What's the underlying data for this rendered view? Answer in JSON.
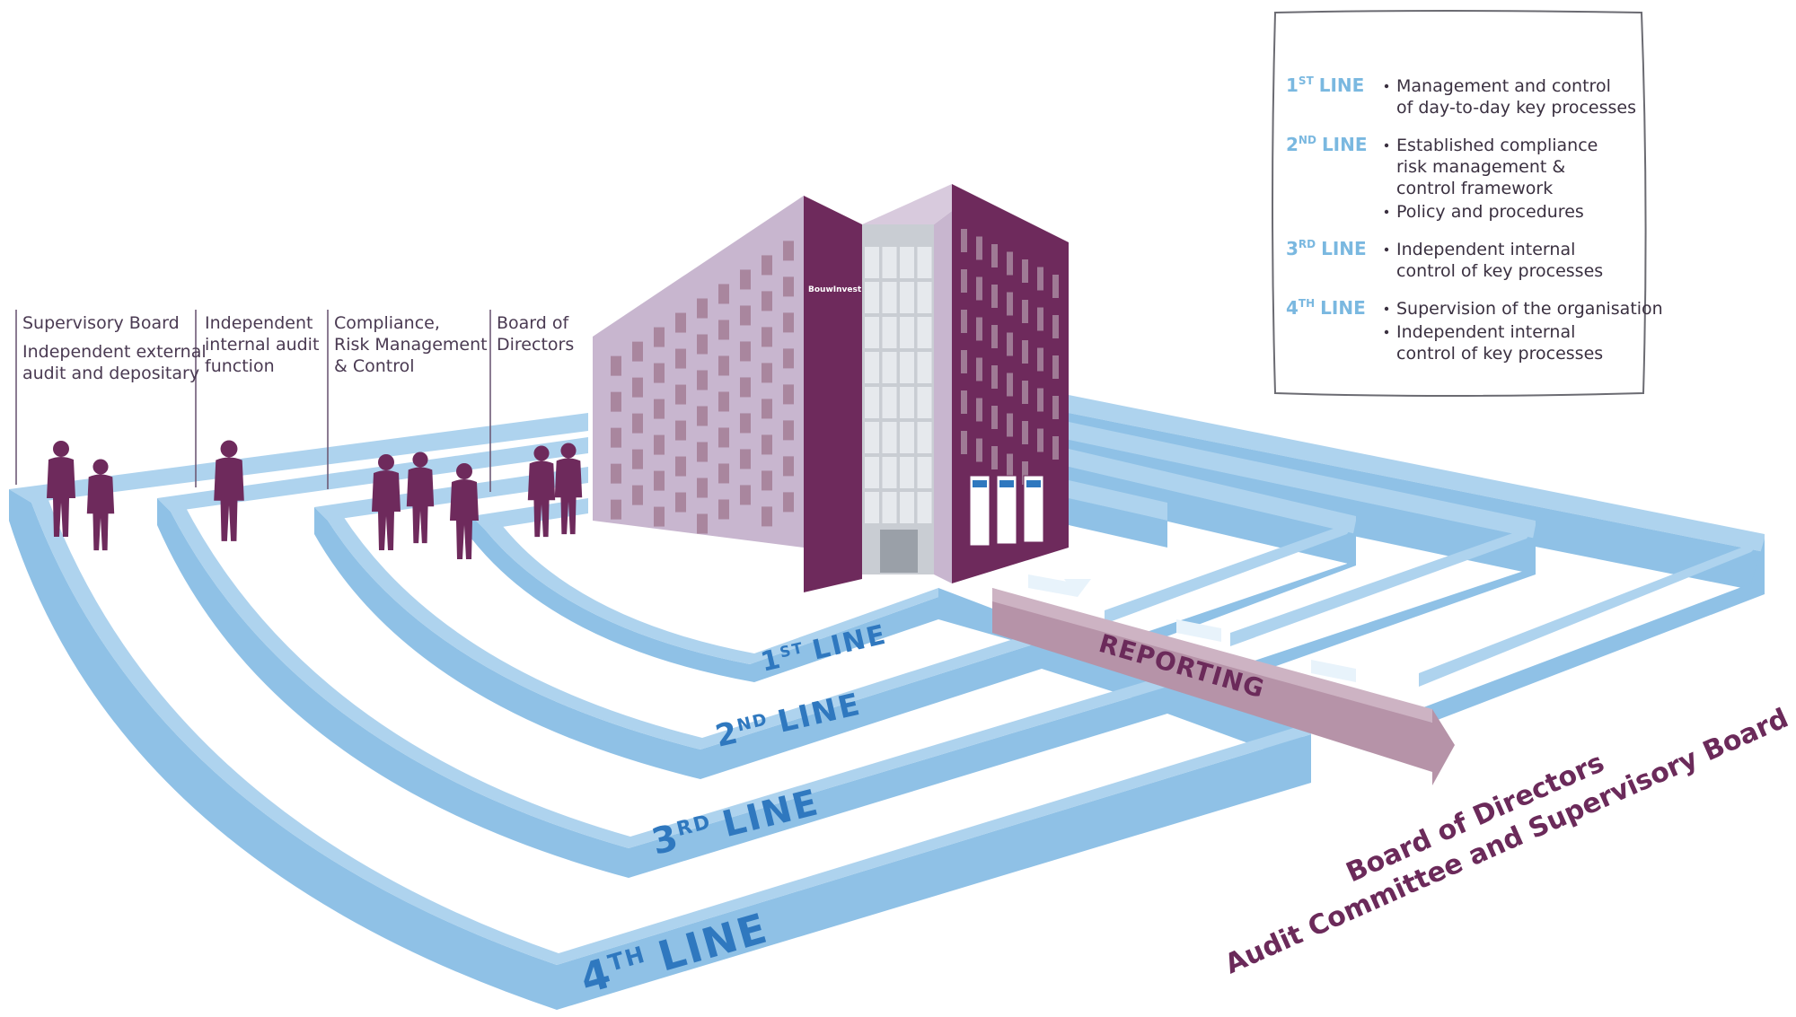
{
  "top_labels": [
    {
      "lines": [
        "Supervisory Board"
      ]
    },
    {
      "lines": [
        "Independent external",
        "audit and depositary"
      ]
    },
    {
      "lines": [
        "Independent",
        "internal audit",
        "function"
      ]
    },
    {
      "lines": [
        "Compliance,",
        "Risk Management",
        "& Control"
      ]
    },
    {
      "lines": [
        "Board of",
        "Directors"
      ]
    }
  ],
  "legend": [
    {
      "head_num": "1",
      "head_sup": "ST",
      "head_word": "LINE",
      "bullets": [
        [
          "Management and control",
          "of day-to-day key processes"
        ]
      ]
    },
    {
      "head_num": "2",
      "head_sup": "ND",
      "head_word": "LINE",
      "bullets": [
        [
          "Established compliance",
          "risk management &",
          "control framework"
        ],
        [
          "Policy and procedures"
        ]
      ]
    },
    {
      "head_num": "3",
      "head_sup": "RD",
      "head_word": "LINE",
      "bullets": [
        [
          "Independent internal",
          "control of key processes"
        ]
      ]
    },
    {
      "head_num": "4",
      "head_sup": "TH",
      "head_word": "LINE",
      "bullets": [
        [
          "Supervision of the organisation"
        ],
        [
          "Independent internal",
          "control of key processes"
        ]
      ]
    }
  ],
  "line_labels": [
    {
      "num": "1",
      "sup": "ST",
      "word": "LINE"
    },
    {
      "num": "2",
      "sup": "ND",
      "word": "LINE"
    },
    {
      "num": "3",
      "sup": "RD",
      "word": "LINE"
    },
    {
      "num": "4",
      "sup": "TH",
      "word": "LINE"
    }
  ],
  "reporting_label": "REPORTING",
  "board_label_1": "Board of Directors",
  "board_label_2": "Audit Committee and Supervisory Board",
  "building_brand": "BouwInvest",
  "colors": {
    "wall_light": "#aed3ee",
    "wall_mid": "#8fc1e6",
    "wall_dark": "#6fa9d6",
    "purple_dark": "#6e2a5c",
    "purple_light": "#c8b6cf",
    "reporting_arrow": "#b693a8",
    "line_label": "#2f78bf"
  }
}
